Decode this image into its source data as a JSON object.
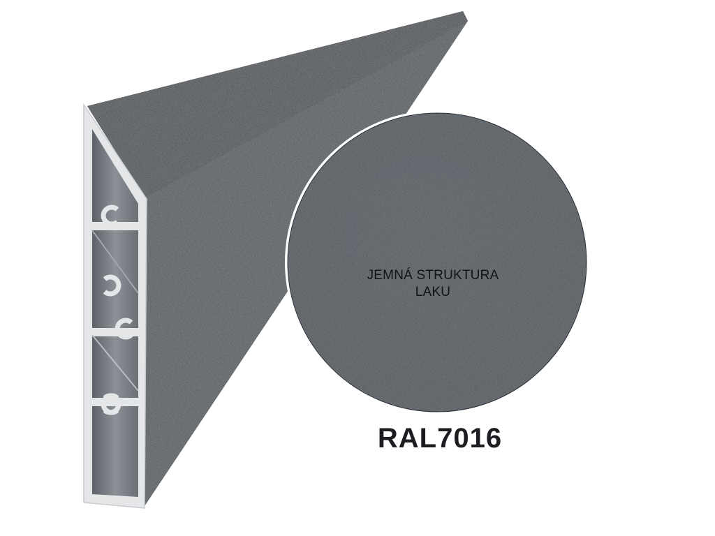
{
  "product": {
    "swatch_caption_line1": "JEMNÁ STRUKTURA",
    "swatch_caption_line2": "LAKU",
    "color_code": "RAL7016"
  },
  "colors": {
    "anthracite": "#3b434b",
    "anthracite_top": "#323940",
    "profile_silver": "#e6e8ea",
    "profile_inner": "#7c8086",
    "background": "#ffffff"
  }
}
